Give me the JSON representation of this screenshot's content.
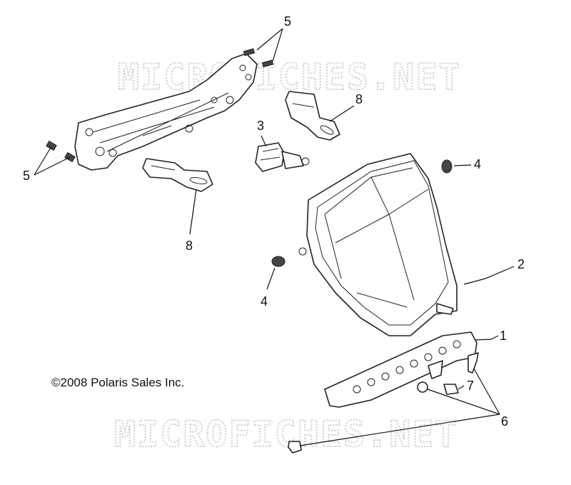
{
  "watermark": "MICROFICHES.NET",
  "copyright": "©2008 Polaris Sales Inc.",
  "callouts": {
    "c1": "1",
    "c2": "2",
    "c3": "3",
    "c4a": "4",
    "c4b": "4",
    "c5a": "5",
    "c5b": "5",
    "c6": "6",
    "c7": "7",
    "c8a": "8",
    "c8b": "8"
  }
}
